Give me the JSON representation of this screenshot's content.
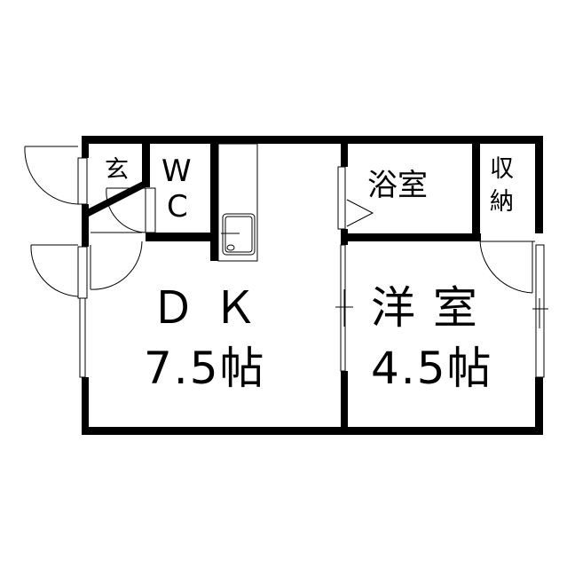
{
  "rooms": {
    "entrance": "玄",
    "wc_line1": "W",
    "wc_line2": "C",
    "bath": "浴室",
    "storage_line1": "収",
    "storage_line2": "納",
    "dk_name": "Ｄ Ｋ",
    "dk_size": "7.5帖",
    "western_name": "洋 室",
    "western_size": "4.5帖"
  },
  "colors": {
    "wall": "#000000",
    "background": "#ffffff"
  }
}
